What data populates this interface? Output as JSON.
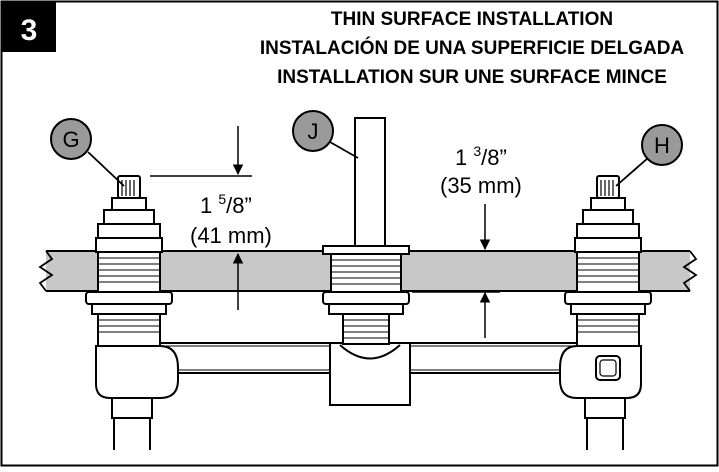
{
  "step": {
    "number": "3"
  },
  "title": {
    "en": "THIN SURFACE INSTALLATION",
    "es": "INSTALACIÓN DE UNA SUPERFICIE DELGADA",
    "fr": "INSTALLATION SUR UNE SURFACE MINCE"
  },
  "callouts": {
    "g": "G",
    "j": "J",
    "h": "H"
  },
  "dimensions": {
    "left": {
      "whole": "1",
      "num": "5",
      "den": "8",
      "inch": "”",
      "metric": "(41 mm)"
    },
    "right": {
      "whole": "1",
      "num": "3",
      "den": "8",
      "inch": "”",
      "metric": "(35 mm)"
    }
  },
  "colors": {
    "surface": "#c8c8c8",
    "callout_fill": "#9a9a9a",
    "line": "#000000",
    "background": "#ffffff"
  }
}
